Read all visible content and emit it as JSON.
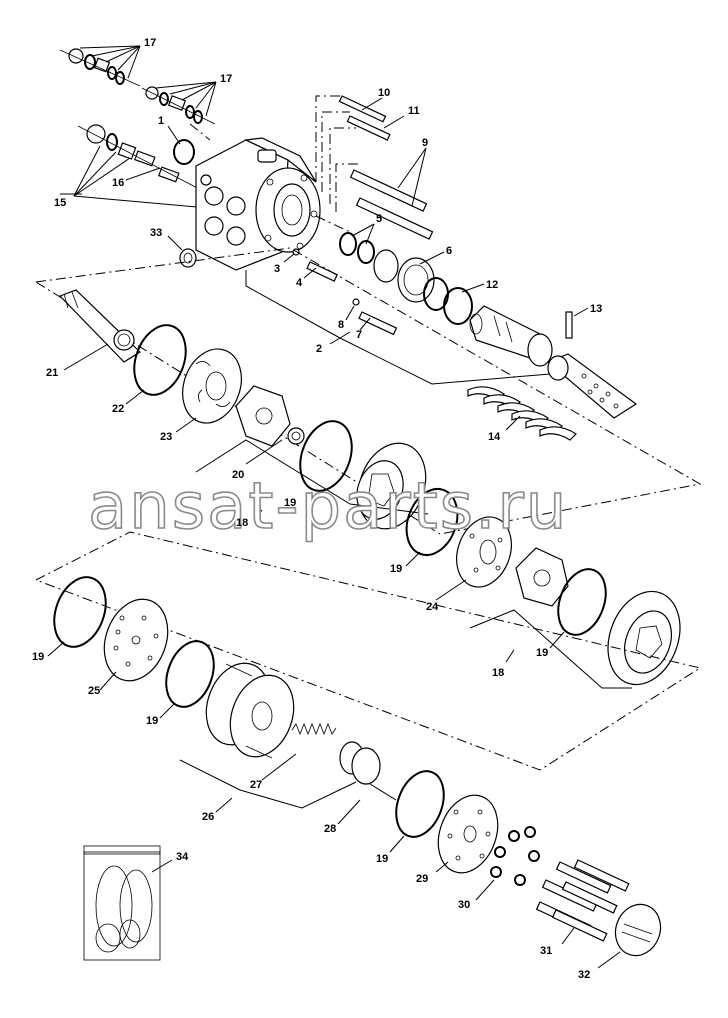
{
  "callouts": [
    "17",
    "17",
    "1",
    "10",
    "11",
    "9",
    "15",
    "16",
    "33",
    "5",
    "3",
    "4",
    "6",
    "12",
    "13",
    "8",
    "7",
    "2",
    "21",
    "22",
    "23",
    "14",
    "20",
    "19",
    "18",
    "19",
    "24",
    "19",
    "25",
    "19",
    "18",
    "19",
    "27",
    "26",
    "28",
    "19",
    "29",
    "30",
    "31",
    "32",
    "34"
  ],
  "watermark": "ansat-parts.ru"
}
